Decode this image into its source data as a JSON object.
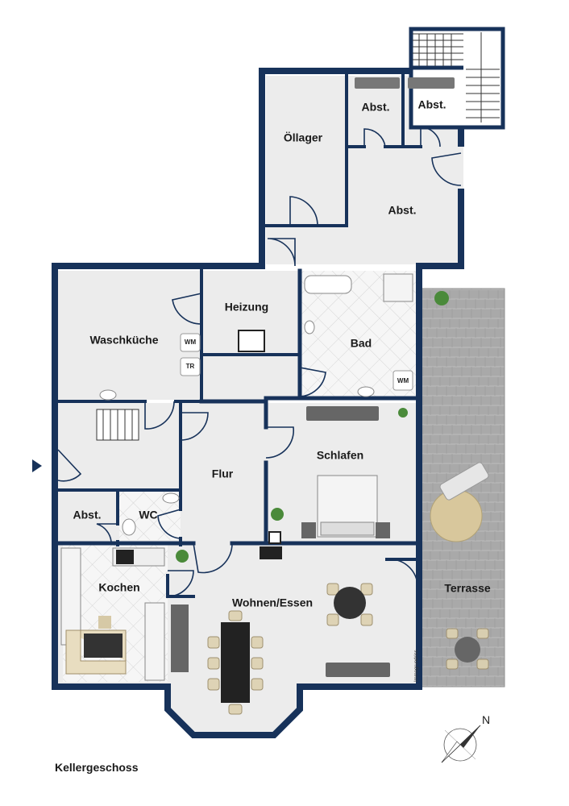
{
  "floor": {
    "title": "Kellergeschoss"
  },
  "rooms": {
    "oellager": "Öllager",
    "abst_top_left": "Abst.",
    "abst_top_right": "Abst.",
    "abst_large": "Abst.",
    "heizung": "Heizung",
    "waschkueche": "Waschküche",
    "bad": "Bad",
    "flur": "Flur",
    "schlafen": "Schlafen",
    "abst_small": "Abst.",
    "wc": "WC",
    "kochen": "Kochen",
    "wohnen_essen": "Wohnen/Essen",
    "terrasse": "Terrasse"
  },
  "appliances": {
    "wm_waschkueche": "WM",
    "tr_waschkueche": "TR",
    "wm_bad": "WM"
  },
  "compass": {
    "north": "N"
  },
  "brand": {
    "vertical": "Immogrundriss"
  },
  "colors": {
    "wall": "#17325a",
    "floor_tile": "#e9e9e9",
    "terrace": "#a7a7a7",
    "furniture_dark": "#666666"
  }
}
